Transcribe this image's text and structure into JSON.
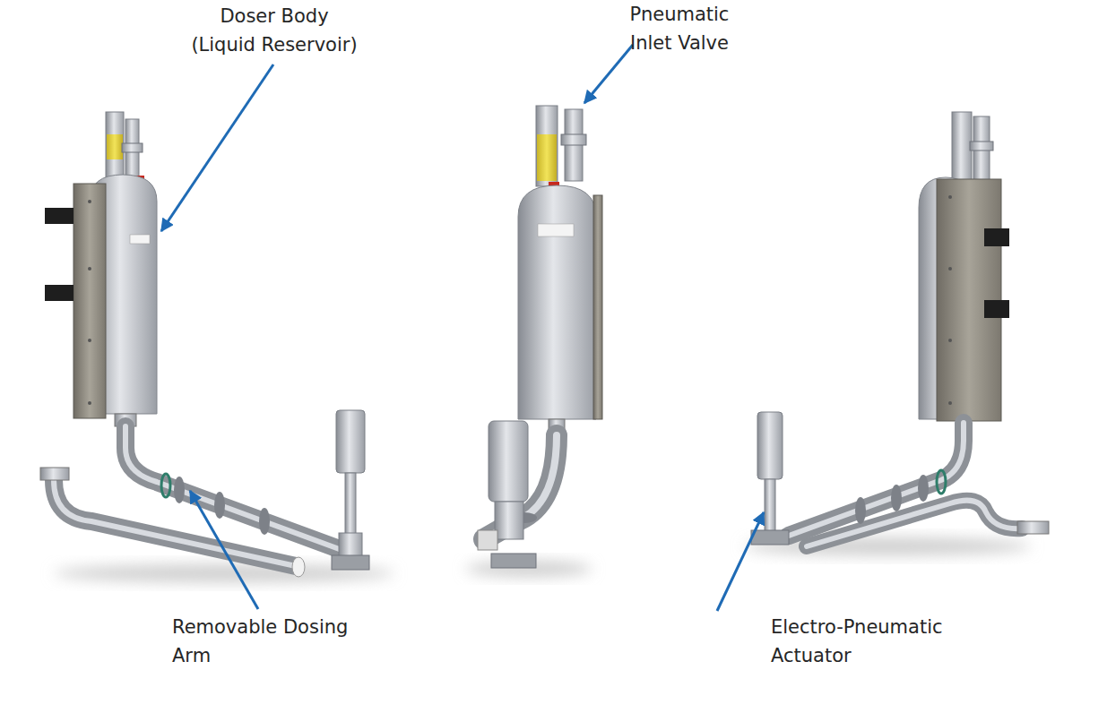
{
  "diagram": {
    "labels": [
      "Doser Body (Liquid Reservoir)",
      "Pneumatic Inlet Valve",
      "Removable Dosing Arm",
      "Electro-Pneumatic Actuator"
    ]
  }
}
